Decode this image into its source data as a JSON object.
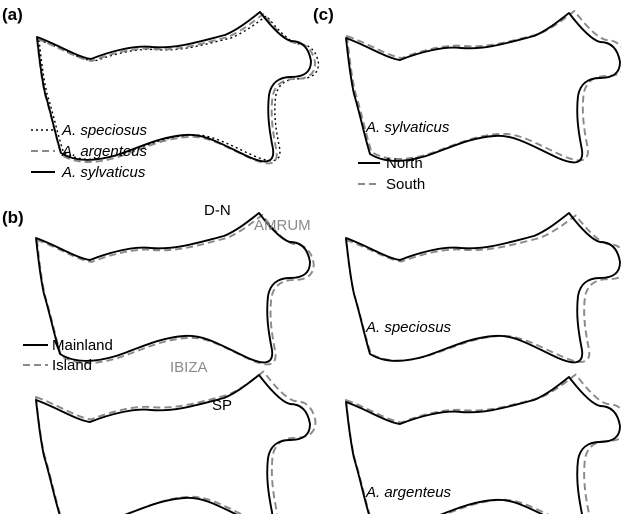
{
  "panels": {
    "a": {
      "label": "(a)",
      "legend": [
        "A. speciosus",
        "A. argenteus",
        "A. sylvaticus"
      ]
    },
    "b": {
      "label": "(b)",
      "legend": [
        "Mainland",
        "Island"
      ],
      "sites": {
        "top_dark": "D-N",
        "top_grey": "AMRUM",
        "bottom_grey": "IBIZA",
        "bottom_dark": "SP"
      }
    },
    "c": {
      "label": "(c)",
      "legend": [
        "North",
        "South"
      ],
      "species": [
        "A. sylvaticus",
        "A. speciosus",
        "A. argenteus"
      ]
    }
  },
  "colors": {
    "solid": "#000000",
    "dashed": "#8a8a8a",
    "grey_text": "#8a8a8a"
  }
}
